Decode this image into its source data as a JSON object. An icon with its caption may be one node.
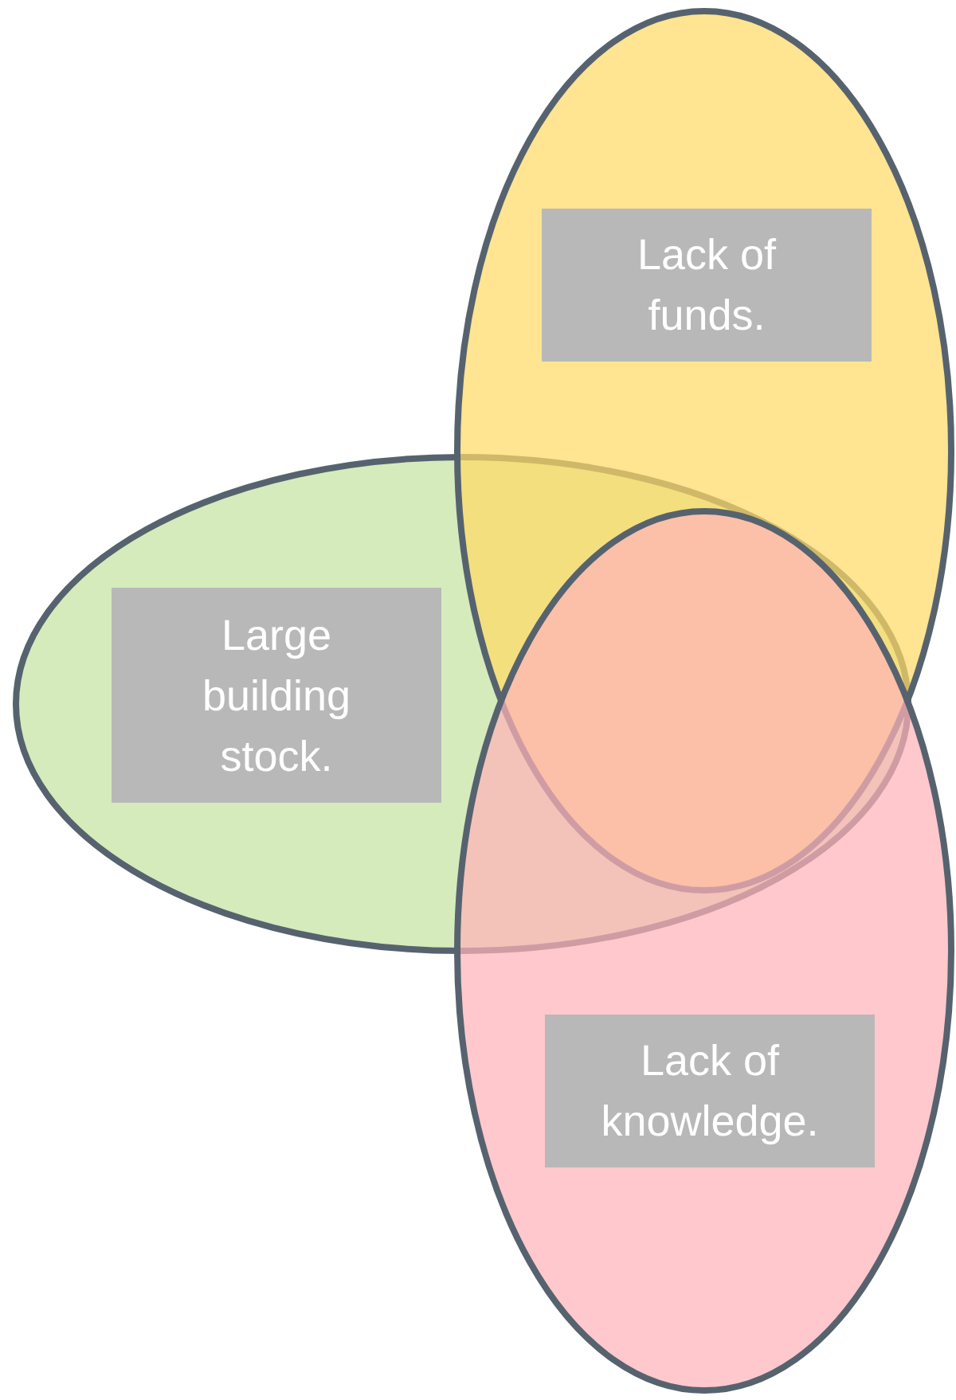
{
  "diagram": {
    "nodes": [
      {
        "text": [
          "Large building stock."
        ]
      },
      {
        "text": [
          "Lack of funds."
        ]
      },
      {
        "text": [
          "Lack of knowledge."
        ]
      }
    ]
  }
}
